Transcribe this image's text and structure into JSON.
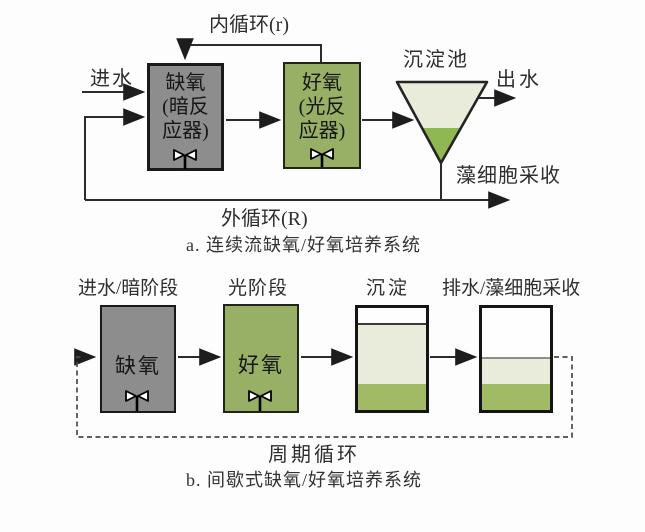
{
  "diagram_a": {
    "caption": "a. 连续流缺氧/好氧培养系统",
    "inner_loop_label": "内循环(r)",
    "influent_label": "进水",
    "anoxic_reactor_lines": [
      "缺氧",
      "(暗反",
      "应器)"
    ],
    "aerobic_reactor_lines": [
      "好氧",
      "(光反",
      "应器)"
    ],
    "settler_label": "沉淀池",
    "effluent_label": "出水",
    "harvest_label": "藻细胞采收",
    "outer_loop_label": "外循环(R)"
  },
  "diagram_b": {
    "caption": "b. 间歇式缺氧/好氧培养系统",
    "stage_influent_dark_label": "进水/暗阶段",
    "stage_light_label": "光阶段",
    "stage_settle_label": "沉淀",
    "stage_drain_harvest_label": "排水/藻细胞采收",
    "anoxic_label": "缺氧",
    "aerobic_label": "好氧",
    "cycle_label": "周期循环"
  },
  "colors": {
    "anoxic_fill": "#8d8d8d",
    "aerobic_fill": "#97b065",
    "supernatant_fill": "#e9ecda",
    "algae_fill": "#a0ba66",
    "settler_algae_fill": "#8fb752",
    "line": "#2b2b2b"
  }
}
